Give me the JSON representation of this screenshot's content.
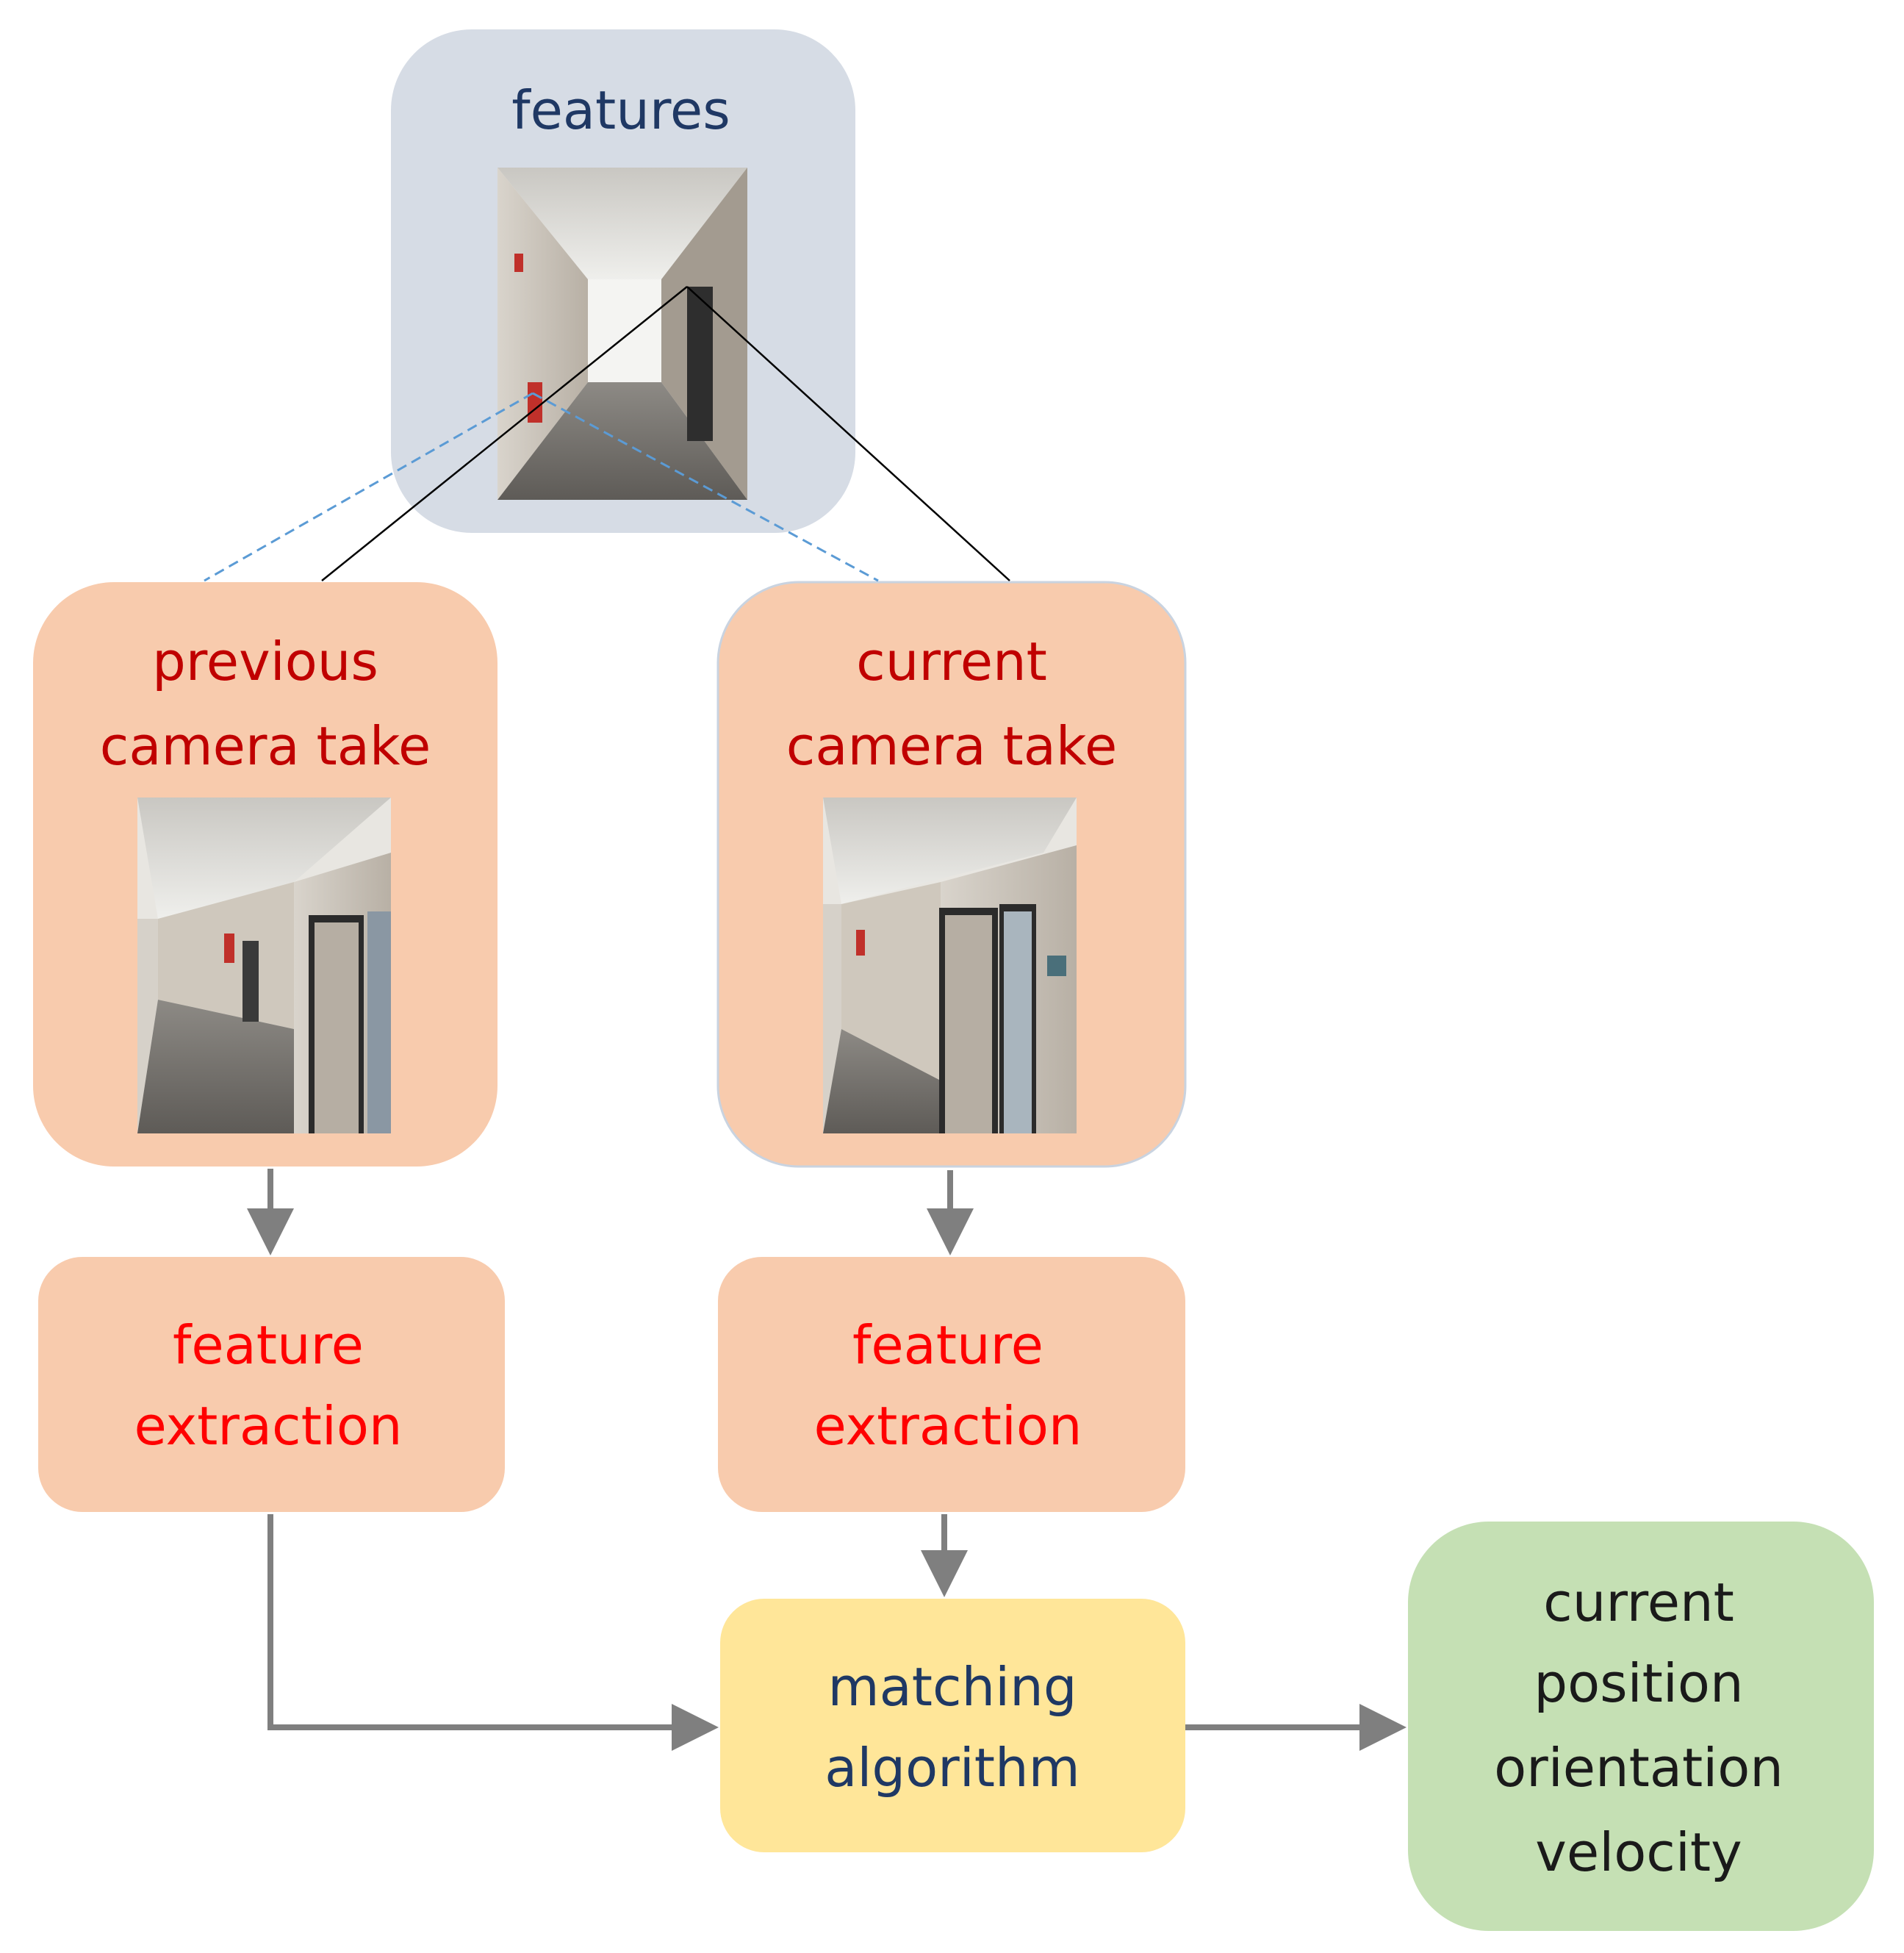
{
  "colors": {
    "features_box": "#d6dce5",
    "camera_box": "#f8cbad",
    "extraction_box": "#f8cbad",
    "matching_box": "#ffe699",
    "result_box": "#c5e0b4",
    "arrow": "#7f7f7f",
    "dark_blue_text": "#1f3864",
    "dark_red_text": "#c00000",
    "red_text": "#ff0000",
    "black_text": "#1a1a1a",
    "dashed_line": "#5b9bd5",
    "thin_line": "#000000"
  },
  "features": {
    "label": "features",
    "image_icon": "hallway-photo-icon"
  },
  "previous_take": {
    "line1": "previous",
    "line2": "camera take",
    "image_icon": "hallway-photo-icon"
  },
  "current_take": {
    "line1": "current",
    "line2": "camera take",
    "image_icon": "hallway-photo-icon"
  },
  "extraction_left": {
    "line1": "feature",
    "line2": "extraction"
  },
  "extraction_right": {
    "line1": "feature",
    "line2": "extraction"
  },
  "matching": {
    "line1": "matching",
    "line2": "algorithm"
  },
  "result": {
    "line1": "current",
    "line2": "position",
    "line3": "orientation",
    "line4": "velocity"
  }
}
